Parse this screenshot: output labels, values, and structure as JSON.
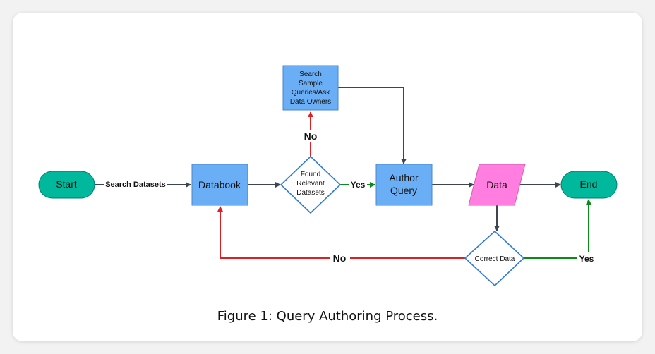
{
  "diagram": {
    "nodes": {
      "start": "Start",
      "databook": "Databook",
      "found": [
        "Found",
        "Relevant",
        "Datasets"
      ],
      "search": [
        "Search",
        "Sample",
        "Queries/Ask",
        "Data Owners"
      ],
      "author": [
        "Author",
        "Query"
      ],
      "data": "Data",
      "end": "End",
      "correct": "Correct Data"
    },
    "edges": {
      "search_datasets": "Search Datasets",
      "no_top": "No",
      "yes_mid": "Yes",
      "no_bottom": "No",
      "yes_right": "Yes"
    }
  },
  "caption": "Figure 1: Query Authoring Process.",
  "colors": {
    "terminal": "#00b89b",
    "process": "#6aaef6",
    "decision_border": "#2f7bd8",
    "data": "#ff7ee0",
    "arrow_default": "#3c4650",
    "arrow_no": "#e02020",
    "arrow_yes": "#0a8a18"
  }
}
